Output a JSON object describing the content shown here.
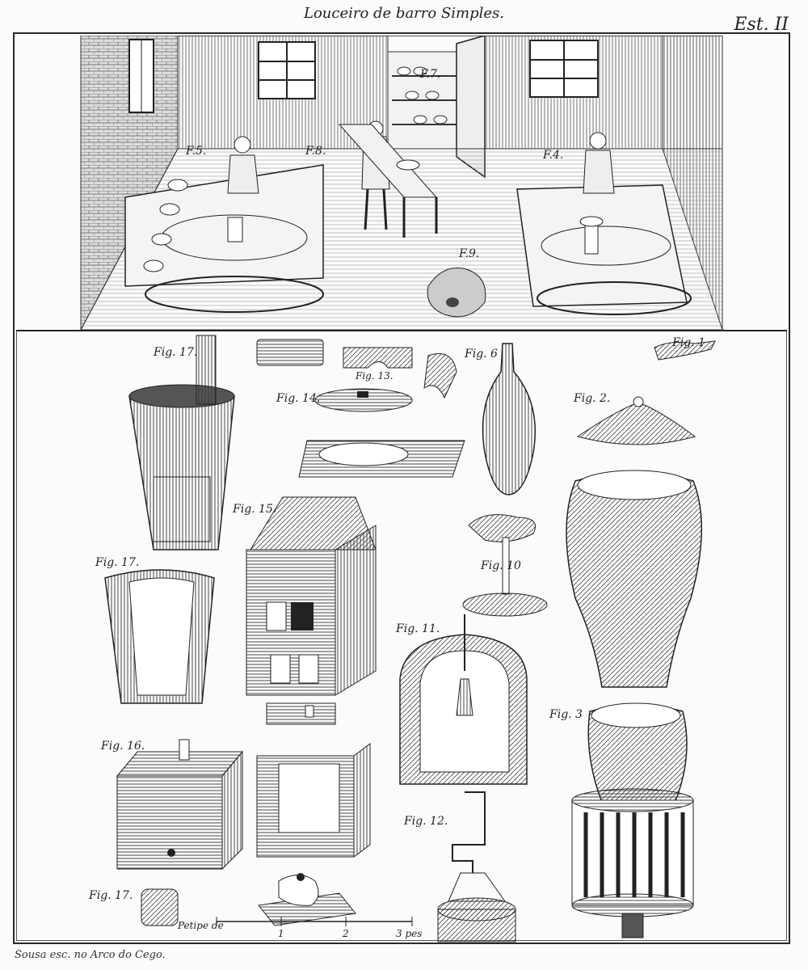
{
  "plate": {
    "title": "Louceiro de barro Simples.",
    "number": "Est. II",
    "engraver": "Sousa esc. no Arco do Cego."
  },
  "scene_labels": {
    "f5": "F.5.",
    "f8": "F.8.",
    "f7": "F.7.",
    "f4": "F.4.",
    "f9": "F.9."
  },
  "figures": {
    "fig17a": "Fig. 17.",
    "fig13": "Fig. 13.",
    "fig6": "Fig. 6",
    "fig1": "Fig. 1",
    "fig14": "Fig. 14.",
    "fig2": "Fig. 2.",
    "fig15": "Fig. 15.",
    "fig17b": "Fig. 17.",
    "fig10": "Fig. 10",
    "fig11": "Fig. 11.",
    "fig3": "Fig. 3",
    "fig16": "Fig. 16.",
    "fig12": "Fig. 12.",
    "fig17c": "Fig. 17."
  },
  "scale": {
    "label": "Petipe de",
    "ticks": [
      "1",
      "2",
      "3 pes"
    ]
  }
}
